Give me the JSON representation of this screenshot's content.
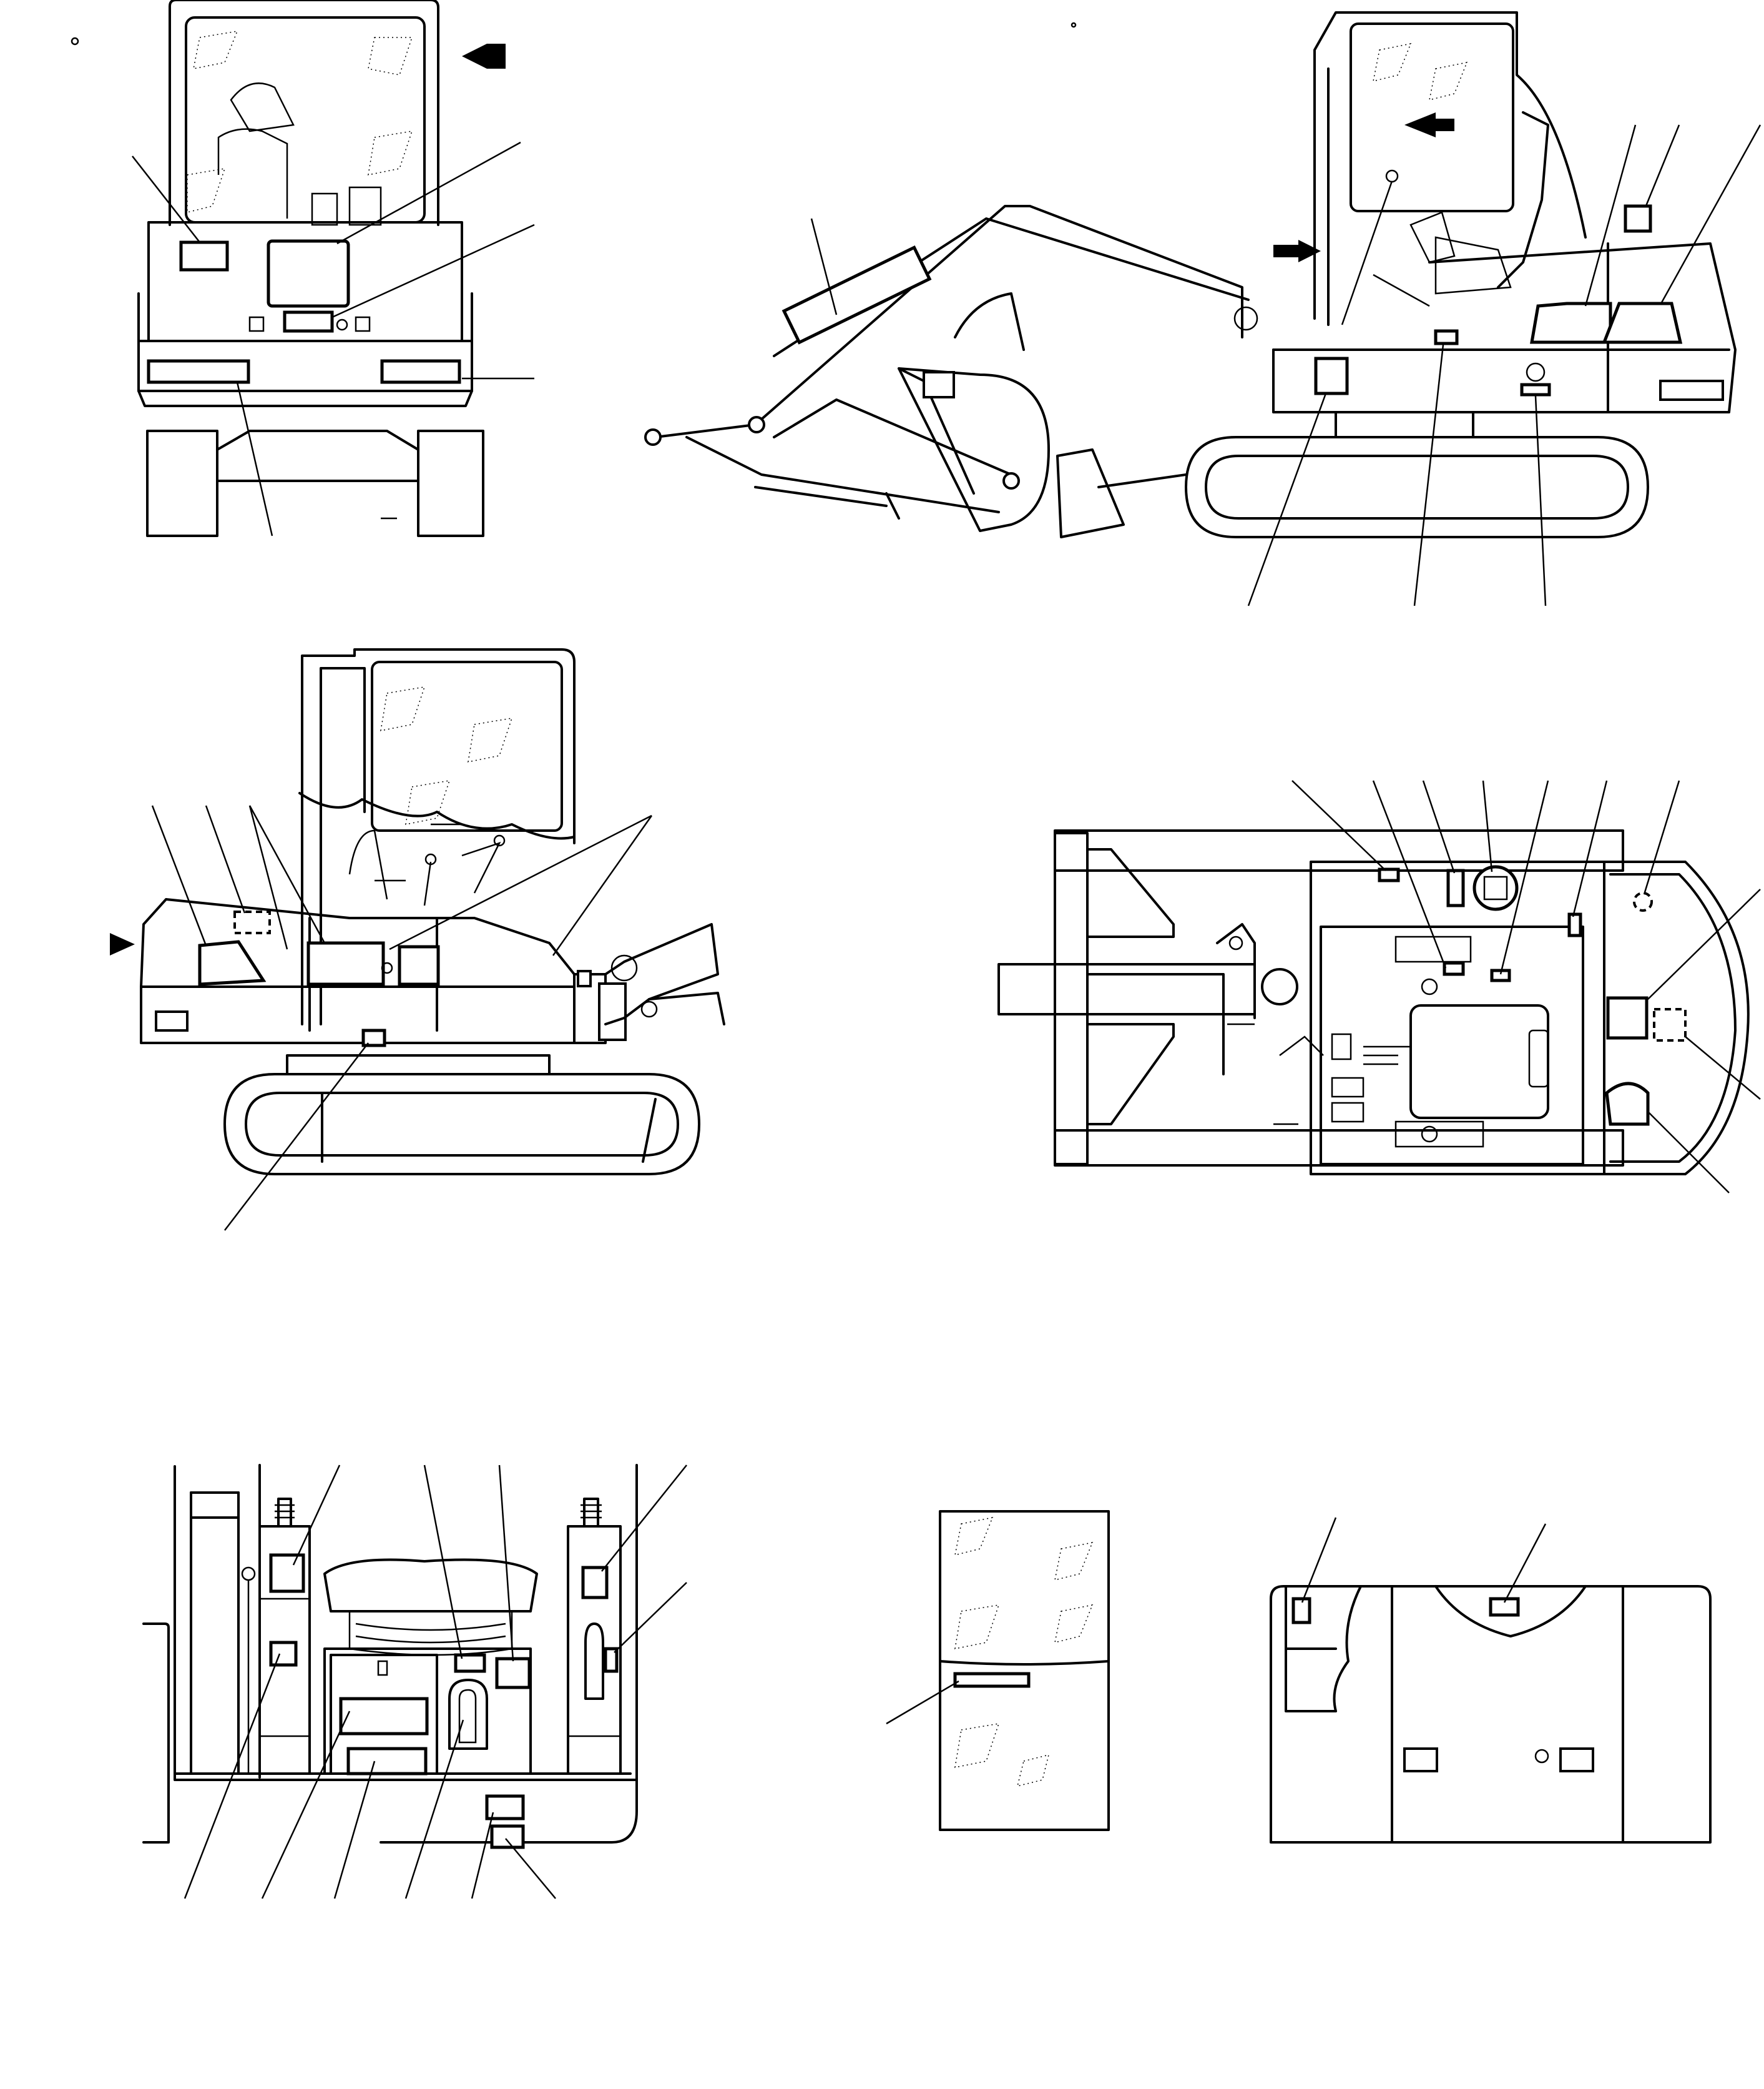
{
  "figure": {
    "type": "decal-location-diagram",
    "views": [
      {
        "name": "front-view"
      },
      {
        "name": "left-side-view"
      },
      {
        "name": "right-side-view"
      },
      {
        "name": "top-view"
      },
      {
        "name": "operator-floor-view"
      },
      {
        "name": "cab-door-view"
      },
      {
        "name": "rear-panel-view"
      }
    ],
    "line_color": "#000000",
    "background_color": "#ffffff"
  }
}
